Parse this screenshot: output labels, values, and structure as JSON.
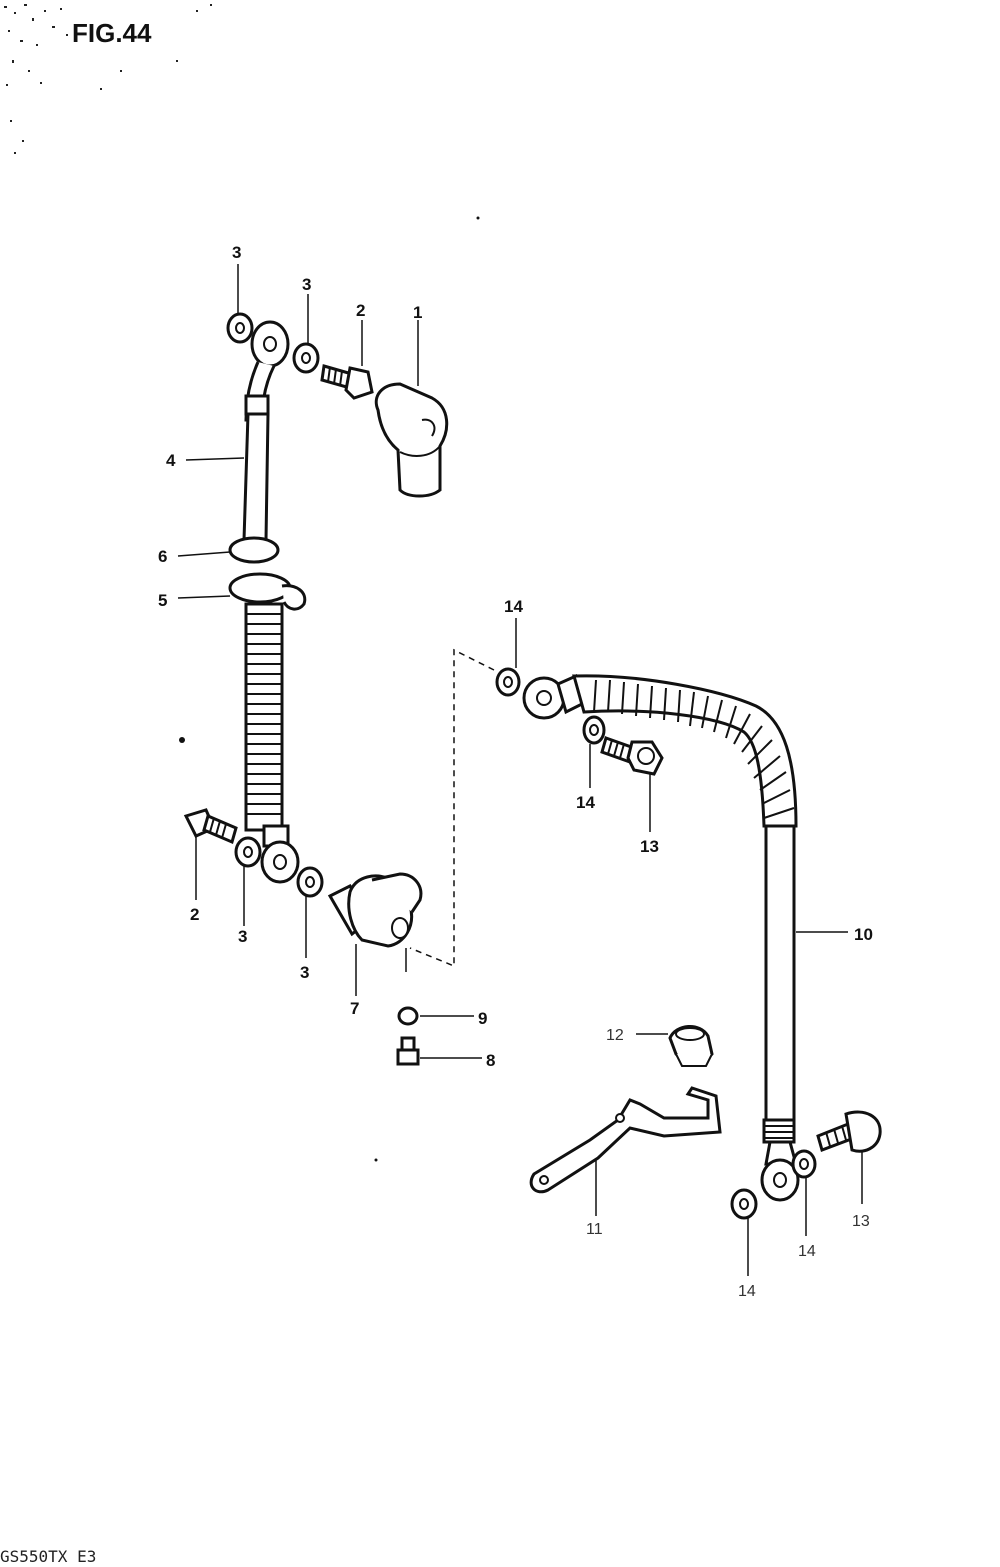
{
  "figure": {
    "title": "FIG.44"
  },
  "footer": {
    "model_code": "GS550TX E3"
  },
  "callouts": {
    "c1": "1",
    "c2_top": "2",
    "c3_top_left": "3",
    "c3_top_right": "3",
    "c4": "4",
    "c6": "6",
    "c5": "5",
    "c2_bottom": "2",
    "c3_bottom_left": "3",
    "c3_bottom_mid": "3",
    "c7": "7",
    "c9": "9",
    "c8": "8",
    "c14_top": "14",
    "c14_mid": "14",
    "c13_mid": "13",
    "c10": "10",
    "c12": "12",
    "c11": "11",
    "c13_bottom": "13",
    "c14_bottom_right": "14",
    "c14_bottom": "14"
  }
}
